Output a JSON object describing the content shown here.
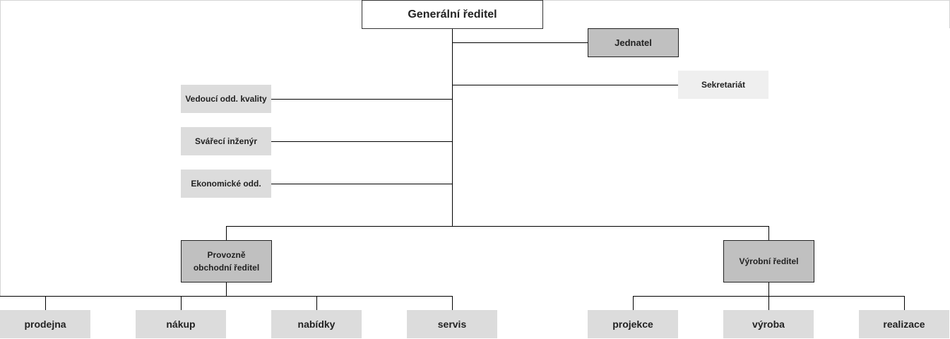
{
  "org": {
    "ceo": "Generální ředitel",
    "jednatel": "Jednatel",
    "sekretariat": "Sekretariát",
    "kvalita": "Vedoucí odd. kvality",
    "svarec": "Svářecí inženýr",
    "ekonomicke": "Ekonomické odd.",
    "provozne": "Provozně obchodní ředitel",
    "vyrobni": "Výrobní ředitel",
    "prodejna": "prodejna",
    "nakup": "nákup",
    "nabidky": "nabídky",
    "servis": "servis",
    "projekce": "projekce",
    "vyroba": "výroba",
    "realizace": "realizace"
  },
  "colors": {
    "dark_box": "#c0c0c0",
    "light_box": "#dcdcdc",
    "pale_box": "#efefef",
    "line": "#000000"
  }
}
